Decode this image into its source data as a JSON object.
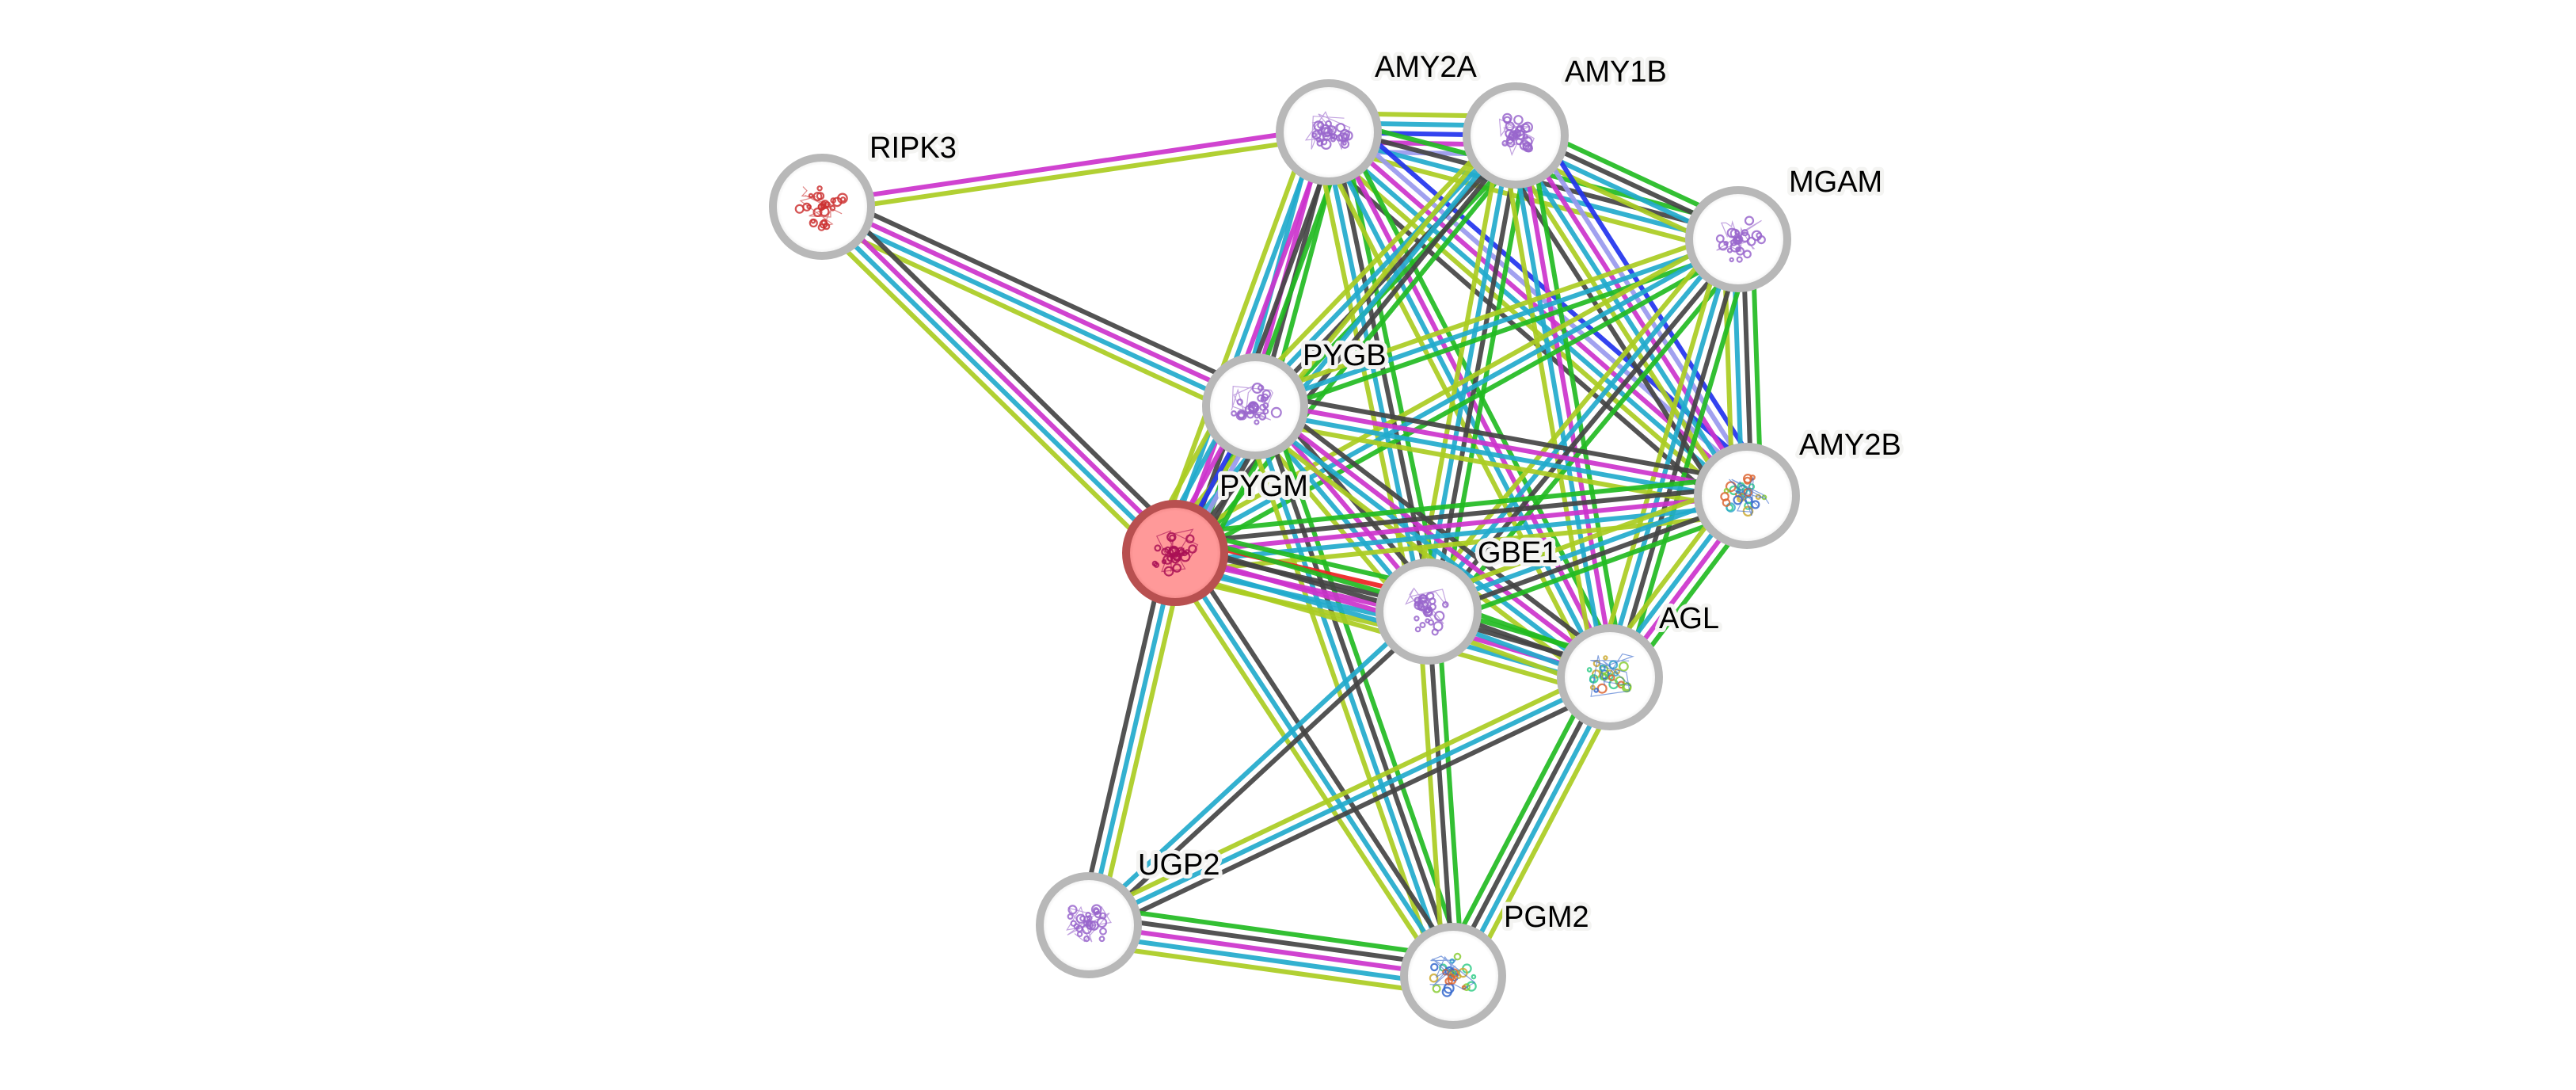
{
  "network": {
    "type": "protein-interaction-network",
    "query_protein": "PYGM",
    "evidence_colors": {
      "experiments": "#cc33cc",
      "databases": "#22aacc",
      "textmining": "#aacc22",
      "coexpression": "#444444",
      "neighborhood": "#22bb22",
      "gene_fusion": "#ee2222",
      "cooccurrence": "#2233ee",
      "homology": "#9999ee"
    },
    "node_style": {
      "ring_color": "#b8b8b8",
      "query_fill": "#ff9999",
      "query_ring": "#b85050"
    },
    "nodes": [
      {
        "id": "RIPK3",
        "label": "RIPK3",
        "query": false,
        "structure_color": "#cc3333"
      },
      {
        "id": "AMY2A",
        "label": "AMY2A",
        "query": false,
        "structure_color": "#9966cc"
      },
      {
        "id": "AMY1B",
        "label": "AMY1B",
        "query": false,
        "structure_color": "#9966cc"
      },
      {
        "id": "MGAM",
        "label": "MGAM",
        "query": false,
        "structure_color": "#9966cc"
      },
      {
        "id": "PYGB",
        "label": "PYGB",
        "query": false,
        "structure_color": "#9966cc"
      },
      {
        "id": "AMY2B",
        "label": "AMY2B",
        "query": false,
        "structure_color": "rainbow"
      },
      {
        "id": "PYGM",
        "label": "PYGM",
        "query": true,
        "structure_color": "#aa1155"
      },
      {
        "id": "GBE1",
        "label": "GBE1",
        "query": false,
        "structure_color": "#9966cc"
      },
      {
        "id": "AGL",
        "label": "AGL",
        "query": false,
        "structure_color": "rainbow"
      },
      {
        "id": "UGP2",
        "label": "UGP2",
        "query": false,
        "structure_color": "#9966cc"
      },
      {
        "id": "PGM2",
        "label": "PGM2",
        "query": false,
        "structure_color": "rainbow"
      }
    ],
    "edges": [
      {
        "source": "RIPK3",
        "target": "AMY2A",
        "evidence": [
          "experiments",
          "textmining"
        ]
      },
      {
        "source": "RIPK3",
        "target": "PYGB",
        "evidence": [
          "coexpression",
          "experiments",
          "databases",
          "textmining"
        ]
      },
      {
        "source": "RIPK3",
        "target": "PYGM",
        "evidence": [
          "coexpression",
          "experiments",
          "databases",
          "textmining"
        ]
      },
      {
        "source": "AMY2A",
        "target": "AMY1B",
        "evidence": [
          "textmining",
          "databases",
          "cooccurrence",
          "experiments",
          "homology"
        ]
      },
      {
        "source": "AMY2A",
        "target": "MGAM",
        "evidence": [
          "neighborhood",
          "coexpression",
          "databases",
          "textmining"
        ]
      },
      {
        "source": "AMY2A",
        "target": "AMY2B",
        "evidence": [
          "cooccurrence",
          "homology",
          "experiments",
          "databases",
          "textmining",
          "coexpression"
        ]
      },
      {
        "source": "AMY2A",
        "target": "PYGB",
        "evidence": [
          "neighborhood",
          "coexpression",
          "experiments",
          "databases"
        ]
      },
      {
        "source": "AMY2A",
        "target": "PYGM",
        "evidence": [
          "neighborhood",
          "coexpression",
          "experiments",
          "databases",
          "textmining"
        ]
      },
      {
        "source": "AMY2A",
        "target": "GBE1",
        "evidence": [
          "neighborhood",
          "coexpression",
          "databases",
          "textmining"
        ]
      },
      {
        "source": "AMY2A",
        "target": "AGL",
        "evidence": [
          "neighborhood",
          "experiments",
          "databases",
          "textmining"
        ]
      },
      {
        "source": "AMY1B",
        "target": "MGAM",
        "evidence": [
          "neighborhood",
          "coexpression",
          "databases",
          "textmining"
        ]
      },
      {
        "source": "AMY1B",
        "target": "AMY2B",
        "evidence": [
          "cooccurrence",
          "homology",
          "experiments",
          "databases",
          "textmining",
          "coexpression"
        ]
      },
      {
        "source": "AMY1B",
        "target": "PYGB",
        "evidence": [
          "neighborhood",
          "coexpression",
          "databases",
          "textmining"
        ]
      },
      {
        "source": "AMY1B",
        "target": "PYGM",
        "evidence": [
          "neighborhood",
          "coexpression",
          "databases",
          "textmining"
        ]
      },
      {
        "source": "AMY1B",
        "target": "GBE1",
        "evidence": [
          "neighborhood",
          "coexpression",
          "databases",
          "textmining"
        ]
      },
      {
        "source": "AMY1B",
        "target": "AGL",
        "evidence": [
          "neighborhood",
          "experiments",
          "databases",
          "textmining"
        ]
      },
      {
        "source": "MGAM",
        "target": "AMY2B",
        "evidence": [
          "neighborhood",
          "coexpression",
          "databases",
          "textmining"
        ]
      },
      {
        "source": "MGAM",
        "target": "PYGB",
        "evidence": [
          "neighborhood",
          "databases",
          "textmining"
        ]
      },
      {
        "source": "MGAM",
        "target": "PYGM",
        "evidence": [
          "neighborhood",
          "databases",
          "textmining"
        ]
      },
      {
        "source": "MGAM",
        "target": "GBE1",
        "evidence": [
          "neighborhood",
          "coexpression",
          "databases",
          "textmining"
        ]
      },
      {
        "source": "MGAM",
        "target": "AGL",
        "evidence": [
          "neighborhood",
          "coexpression",
          "databases",
          "textmining"
        ]
      },
      {
        "source": "PYGB",
        "target": "PYGM",
        "evidence": [
          "neighborhood",
          "coexpression",
          "homology",
          "cooccurrence",
          "experiments",
          "databases",
          "textmining"
        ]
      },
      {
        "source": "PYGB",
        "target": "AMY2B",
        "evidence": [
          "coexpression",
          "experiments",
          "databases",
          "textmining"
        ]
      },
      {
        "source": "PYGB",
        "target": "GBE1",
        "evidence": [
          "coexpression",
          "experiments",
          "databases",
          "textmining"
        ]
      },
      {
        "source": "PYGB",
        "target": "AGL",
        "evidence": [
          "coexpression",
          "experiments",
          "databases",
          "textmining"
        ]
      },
      {
        "source": "PYGB",
        "target": "PGM2",
        "evidence": [
          "neighborhood",
          "coexpression",
          "databases",
          "textmining"
        ]
      },
      {
        "source": "PYGM",
        "target": "AMY2B",
        "evidence": [
          "neighborhood",
          "coexpression",
          "experiments",
          "databases",
          "textmining"
        ]
      },
      {
        "source": "PYGM",
        "target": "GBE1",
        "evidence": [
          "neighborhood",
          "gene_fusion",
          "coexpression",
          "experiments",
          "databases",
          "textmining"
        ]
      },
      {
        "source": "PYGM",
        "target": "AGL",
        "evidence": [
          "neighborhood",
          "coexpression",
          "experiments",
          "databases",
          "textmining"
        ]
      },
      {
        "source": "PYGM",
        "target": "UGP2",
        "evidence": [
          "textmining",
          "databases",
          "coexpression"
        ]
      },
      {
        "source": "PYGM",
        "target": "PGM2",
        "evidence": [
          "coexpression",
          "databases",
          "textmining"
        ]
      },
      {
        "source": "AMY2B",
        "target": "GBE1",
        "evidence": [
          "neighborhood",
          "coexpression",
          "databases",
          "textmining"
        ]
      },
      {
        "source": "AMY2B",
        "target": "AGL",
        "evidence": [
          "neighborhood",
          "experiments",
          "databases",
          "textmining"
        ]
      },
      {
        "source": "GBE1",
        "target": "AGL",
        "evidence": [
          "neighborhood",
          "coexpression",
          "databases",
          "textmining"
        ]
      },
      {
        "source": "GBE1",
        "target": "UGP2",
        "evidence": [
          "coexpression",
          "databases"
        ]
      },
      {
        "source": "GBE1",
        "target": "PGM2",
        "evidence": [
          "neighborhood",
          "coexpression",
          "textmining"
        ]
      },
      {
        "source": "AGL",
        "target": "UGP2",
        "evidence": [
          "coexpression",
          "databases",
          "textmining"
        ]
      },
      {
        "source": "AGL",
        "target": "PGM2",
        "evidence": [
          "textmining",
          "databases",
          "coexpression",
          "neighborhood"
        ]
      },
      {
        "source": "UGP2",
        "target": "PGM2",
        "evidence": [
          "neighborhood",
          "coexpression",
          "experiments",
          "databases",
          "textmining"
        ]
      }
    ]
  }
}
